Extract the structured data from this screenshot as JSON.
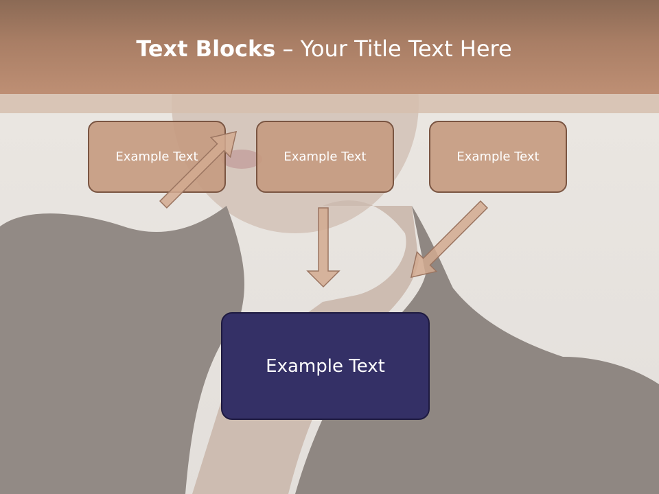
{
  "slide": {
    "title_bold": "Text Blocks",
    "title_dash": " – ",
    "title_rest": "Your Title Text Here",
    "top_boxes": [
      {
        "label": "Example Text"
      },
      {
        "label": "Example Text"
      },
      {
        "label": "Example Text"
      }
    ],
    "main_box": {
      "label": "Example Text"
    }
  },
  "colors": {
    "title_bar": "#a97e65",
    "box_fill": "#c59a80",
    "box_border": "#7a5542",
    "main_box_fill": "#343066",
    "arrow_fill": "#d2aa90"
  }
}
